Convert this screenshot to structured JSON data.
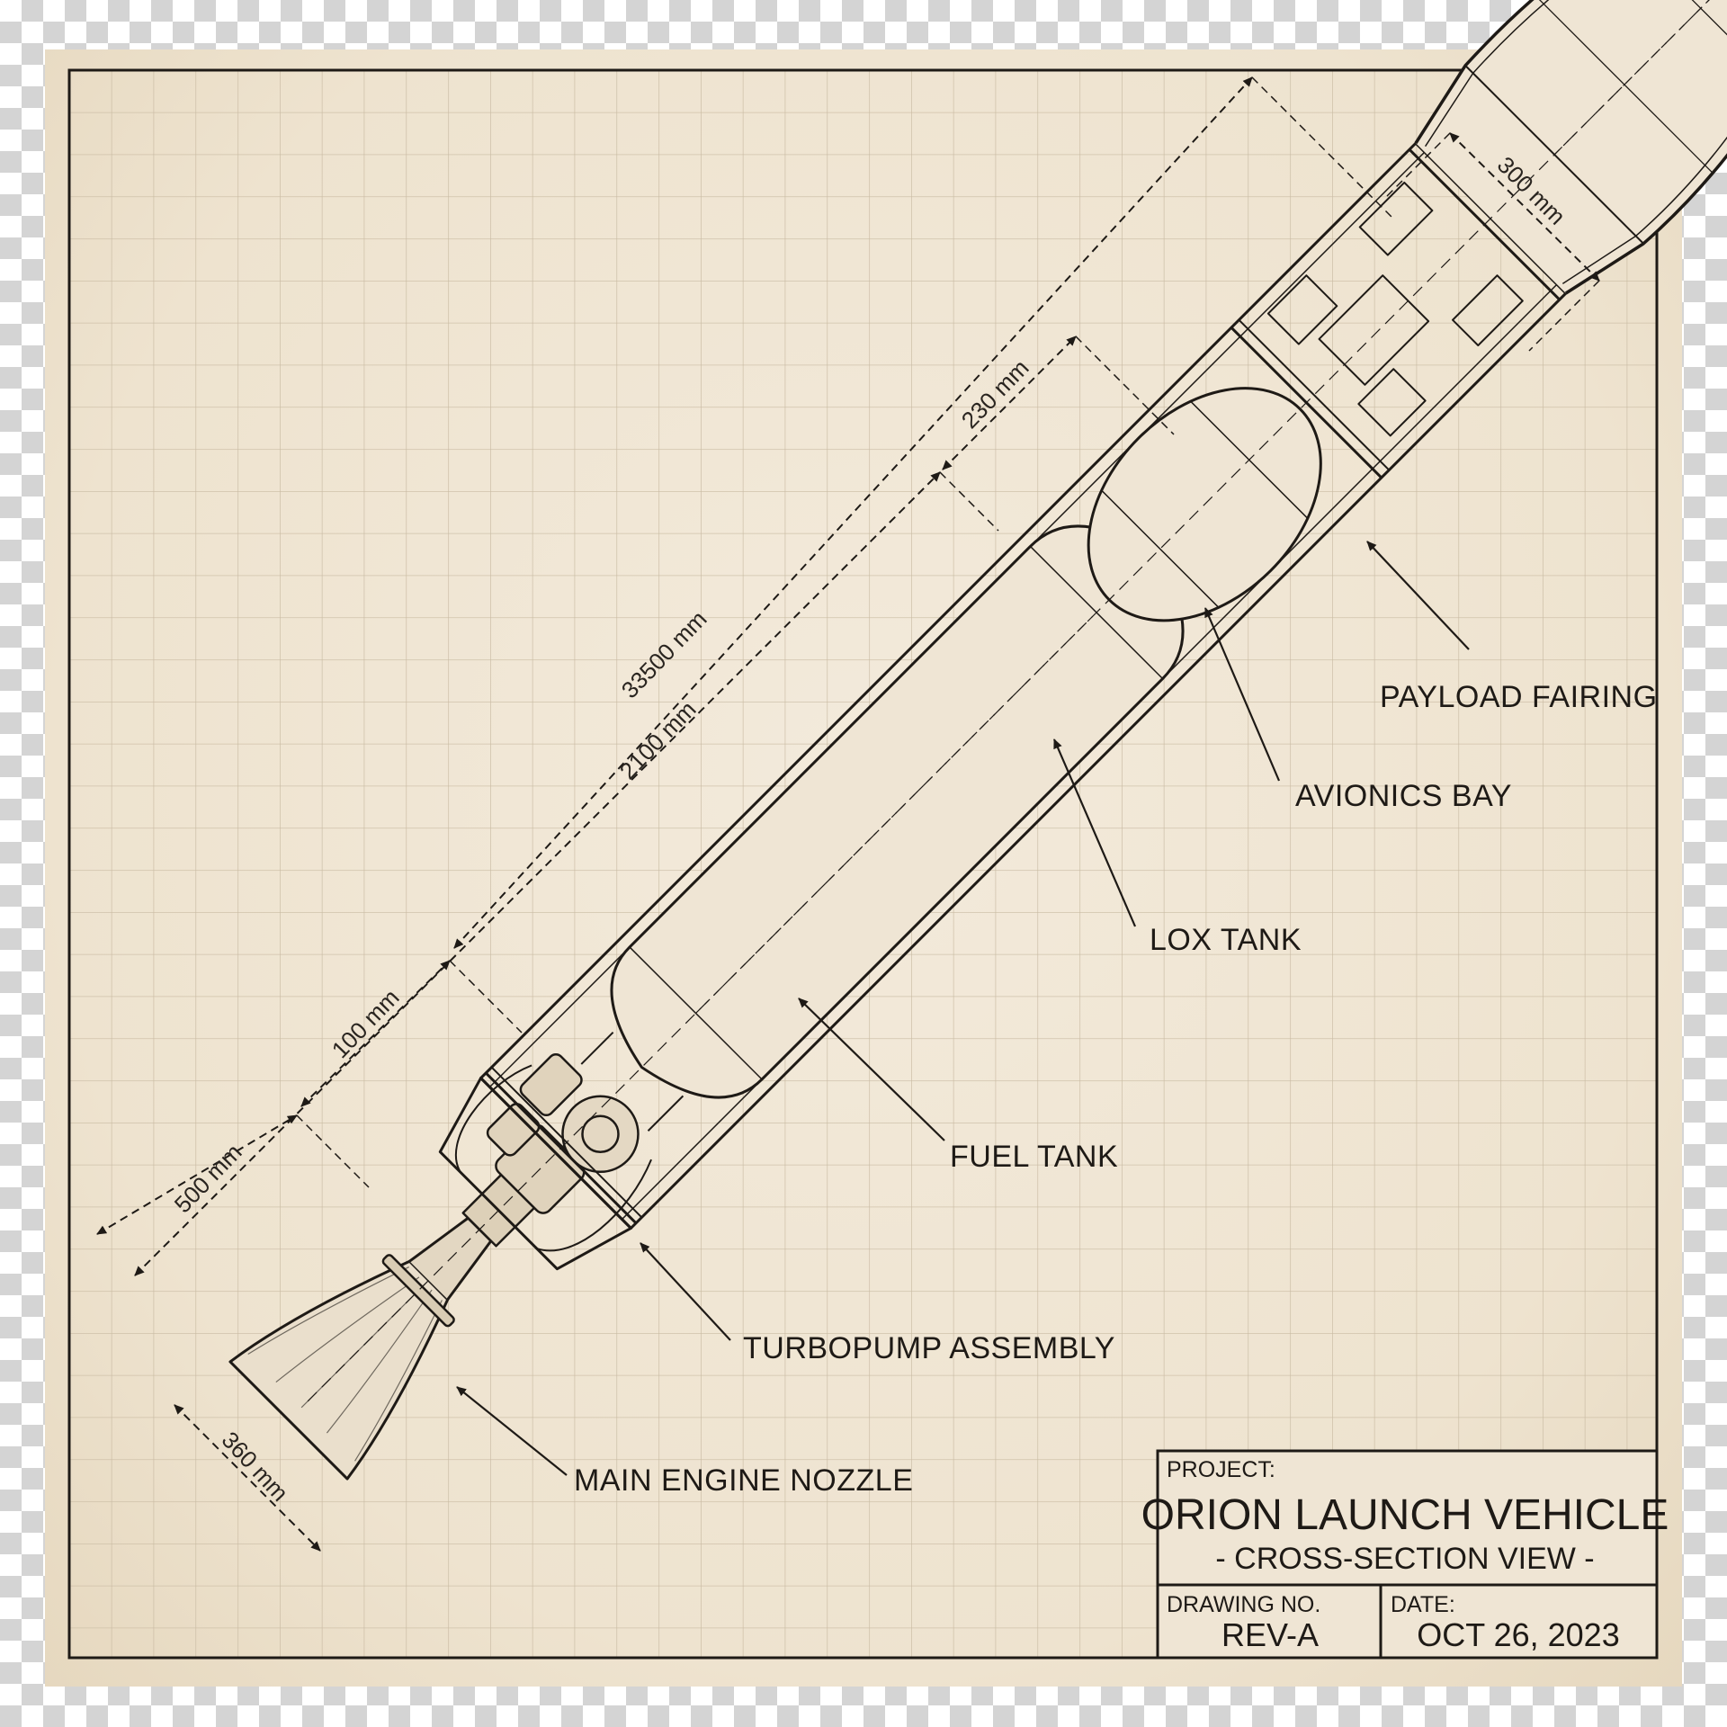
{
  "dimensions": {
    "overall_length": "33500 mm",
    "tank_section": "2100 mm",
    "avionics_section": "230 mm",
    "fairing_diameter": "300 mm",
    "aft_section": "100 mm",
    "engine_section": "500 mm",
    "nozzle_exit": "360 mm"
  },
  "callouts": {
    "payload_fairing": "PAYLOAD FAIRING",
    "avionics_bay": "AVIONICS BAY",
    "lox_tank": "LOX TANK",
    "fuel_tank": "FUEL TANK",
    "turbopump_assembly": "TURBOPUMP ASSEMBLY",
    "main_engine_nozzle": "MAIN ENGINE NOZZLE"
  },
  "title_block": {
    "project_label": "PROJECT:",
    "project_name": "ORION LAUNCH VEHICLE",
    "view": "- CROSS-SECTION VIEW -",
    "drawing_no_label": "DRAWING NO.",
    "drawing_no": "REV-A",
    "date_label": "DATE:",
    "date": "OCT 26, 2023"
  },
  "colors": {
    "paper": "#f1e7d6",
    "grid": "#cdbfa8",
    "ink": "#1e1a16"
  }
}
